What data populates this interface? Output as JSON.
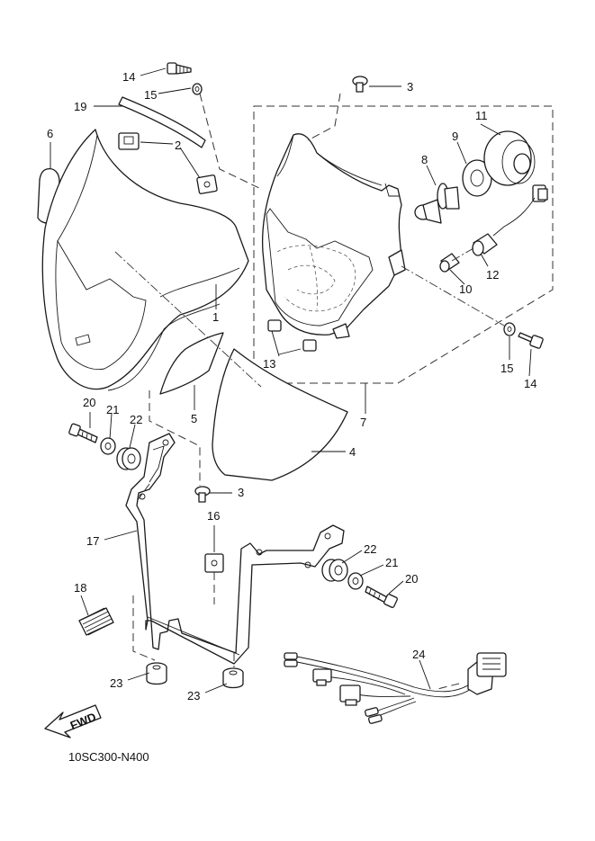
{
  "diagram": {
    "drawing_code": "10SC300-N400",
    "fwd_label": "FWD",
    "part_numbers": {
      "p1": "1",
      "p2": "2",
      "p3a": "3",
      "p3b": "3",
      "p4": "4",
      "p5": "5",
      "p6": "6",
      "p7": "7",
      "p8": "8",
      "p9": "9",
      "p10": "10",
      "p11": "11",
      "p12": "12",
      "p13": "13",
      "p14a": "14",
      "p14b": "14",
      "p15a": "15",
      "p15b": "15",
      "p16": "16",
      "p17": "17",
      "p18": "18",
      "p19": "19",
      "p20a": "20",
      "p20b": "20",
      "p21a": "21",
      "p21b": "21",
      "p22a": "22",
      "p22b": "22",
      "p23a": "23",
      "p23b": "23",
      "p24": "24"
    }
  }
}
